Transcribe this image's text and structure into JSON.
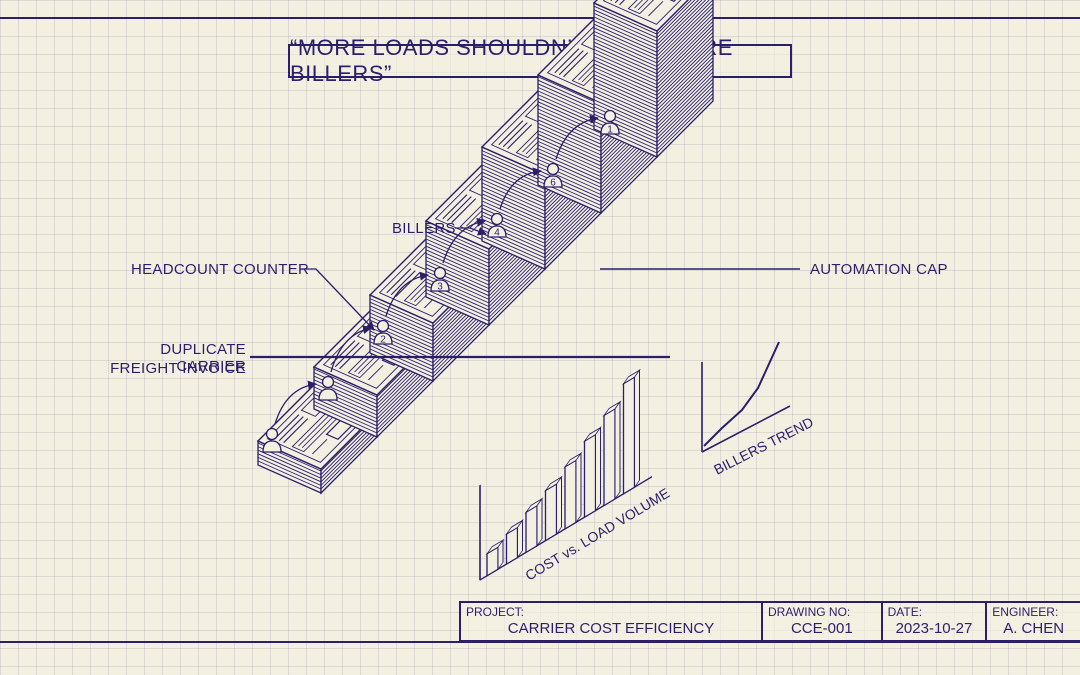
{
  "title": "“MORE LOADS SHOULDN’T MEAN MORE BILLERS”",
  "callouts": {
    "billers": "BILLERS",
    "headcount_counter": "HEADCOUNT COUNTER",
    "duplicate_invoice": [
      "DUPLICATE CARRIER",
      "FREIGHT INVOICE"
    ],
    "automation_cap": "AUTOMATION CAP"
  },
  "headcount_markers": [
    "",
    "",
    "2",
    "3",
    "4",
    "6",
    "1"
  ],
  "stacks": {
    "count": 7
  },
  "mini_charts": {
    "bar_chart_label": "COST vs. LOAD VOLUME",
    "line_chart_label": "BILLERS TREND"
  },
  "title_block": {
    "project_header": "PROJECT:",
    "project_value": "CARRIER COST EFFICIENCY",
    "drawing_header": "DRAWING NO:",
    "drawing_value": "CCE-001",
    "date_header": "DATE:",
    "date_value": "2023-10-27",
    "engineer_header": "ENGINEER:",
    "engineer_value": "A. CHEN"
  },
  "colors": {
    "ink": "#2b1f6b",
    "paper": "#f3f0e2",
    "grid": "#c9c4d8"
  }
}
